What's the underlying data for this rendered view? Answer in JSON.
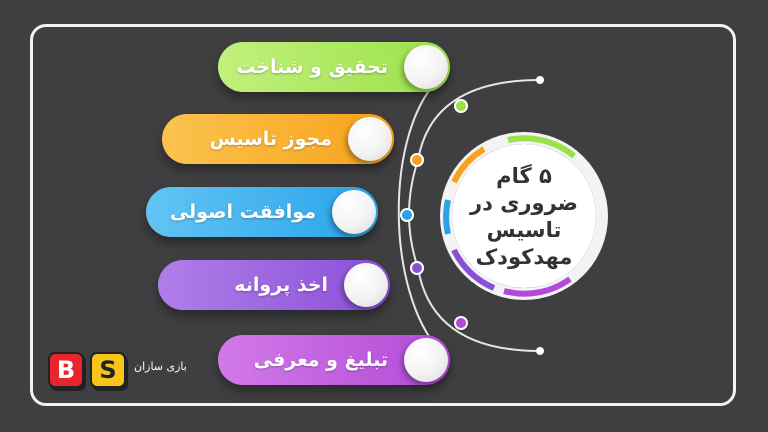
{
  "center_title": "۵ گام ضروری در تاسیس مهدکودک",
  "steps": [
    {
      "label": "تحقیق و شناخت",
      "color": "#9be14a",
      "color_light": "#c2f07c"
    },
    {
      "label": "مجوز تاسیس",
      "color": "#f7a21a",
      "color_light": "#fbc34f"
    },
    {
      "label": "موافقت اصولی",
      "color": "#2aa3ea",
      "color_light": "#62c4f3"
    },
    {
      "label": "اخذ پروانه",
      "color": "#8a4fd8",
      "color_light": "#b07ee9"
    },
    {
      "label": "تبلیغ و معرفی",
      "color": "#b24ad6",
      "color_light": "#d27ae9"
    }
  ],
  "logo": {
    "letter_b": "B",
    "letter_s": "S",
    "text": "بازی سازان",
    "color_b": "#e8242c",
    "color_s": "#f7c51a"
  }
}
